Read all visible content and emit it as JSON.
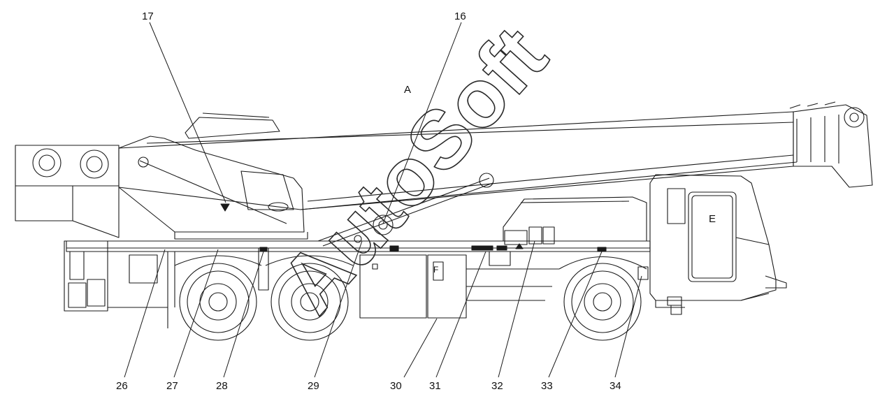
{
  "diagram": {
    "watermark": "AutoSoft",
    "zone_labels": {
      "a": "A",
      "e": "E",
      "f": "F"
    },
    "callouts": {
      "c16": "16",
      "c17": "17",
      "c26": "26",
      "c27": "27",
      "c28": "28",
      "c29": "29",
      "c30": "30",
      "c31": "31",
      "c32": "32",
      "c33": "33",
      "c34": "34"
    }
  }
}
